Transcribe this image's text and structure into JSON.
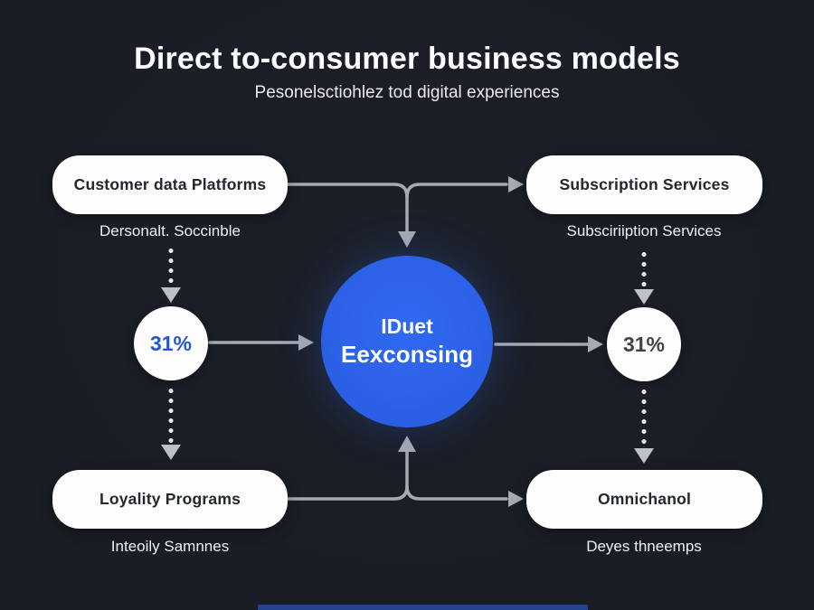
{
  "header": {
    "title": "Direct to-consumer business models",
    "subtitle": "Pesonelsctiohlez tod digital experiences"
  },
  "nodes": {
    "top_left": {
      "label": "Customer data Platforms",
      "caption": "Dersonalt. Soccinble"
    },
    "top_right": {
      "label": "Subscription Services",
      "caption": "Subsciriiption Services"
    },
    "bottom_left": {
      "label": "Loyality Programs",
      "caption": "Inteoily Samnnes"
    },
    "bottom_right": {
      "label": "Omnichanol",
      "caption": "Deyes thneemps"
    },
    "center": {
      "line1": "IDuet",
      "line2": "Eexconsing"
    },
    "left_stat": {
      "value": "31%"
    },
    "right_stat": {
      "value": "31%"
    }
  },
  "colors": {
    "bg": "#1a1d25",
    "card": "#fdfdfd",
    "card_text": "#23272e",
    "caption": "#eef0f3",
    "accent_blue": "#2c62e8",
    "stat_blue": "#2456d6",
    "stat_dark": "#3e434b",
    "arrow": "#a6abb3",
    "dot": "#e9ebef",
    "dot_arrow": "#bcc1c9"
  }
}
